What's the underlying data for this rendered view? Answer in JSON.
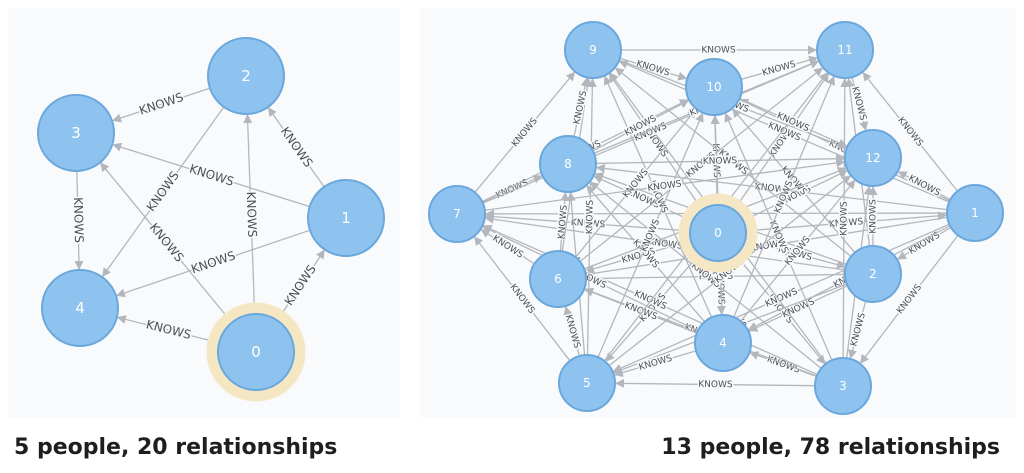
{
  "graphs": [
    {
      "id": "small",
      "caption": "5 people, 20 relationships",
      "edge_label": "KNOWS",
      "highlighted": "0",
      "nodes": [
        {
          "id": "0",
          "label": "0"
        },
        {
          "id": "1",
          "label": "1"
        },
        {
          "id": "2",
          "label": "2"
        },
        {
          "id": "3",
          "label": "3"
        },
        {
          "id": "4",
          "label": "4"
        }
      ],
      "edges": [
        [
          "0",
          "1"
        ],
        [
          "0",
          "2"
        ],
        [
          "0",
          "3"
        ],
        [
          "0",
          "4"
        ],
        [
          "1",
          "2"
        ],
        [
          "1",
          "3"
        ],
        [
          "1",
          "4"
        ],
        [
          "2",
          "3"
        ],
        [
          "2",
          "4"
        ],
        [
          "3",
          "4"
        ]
      ]
    },
    {
      "id": "large",
      "caption": "13 people, 78 relationships",
      "edge_label": "KNOWS",
      "highlighted": "0",
      "nodes": [
        {
          "id": "0",
          "label": "0"
        },
        {
          "id": "1",
          "label": "1"
        },
        {
          "id": "2",
          "label": "2"
        },
        {
          "id": "3",
          "label": "3"
        },
        {
          "id": "4",
          "label": "4"
        },
        {
          "id": "5",
          "label": "5"
        },
        {
          "id": "6",
          "label": "6"
        },
        {
          "id": "7",
          "label": "7"
        },
        {
          "id": "8",
          "label": "8"
        },
        {
          "id": "9",
          "label": "9"
        },
        {
          "id": "10",
          "label": "10"
        },
        {
          "id": "11",
          "label": "11"
        },
        {
          "id": "12",
          "label": "12"
        }
      ],
      "edges": "complete"
    }
  ],
  "colors": {
    "node_fill": "#8ec3ef",
    "node_stroke": "#6aa7dc",
    "highlight_halo": "#f6e7c4",
    "edge": "#b3b7bd",
    "panel_background": "#f9fafb"
  }
}
